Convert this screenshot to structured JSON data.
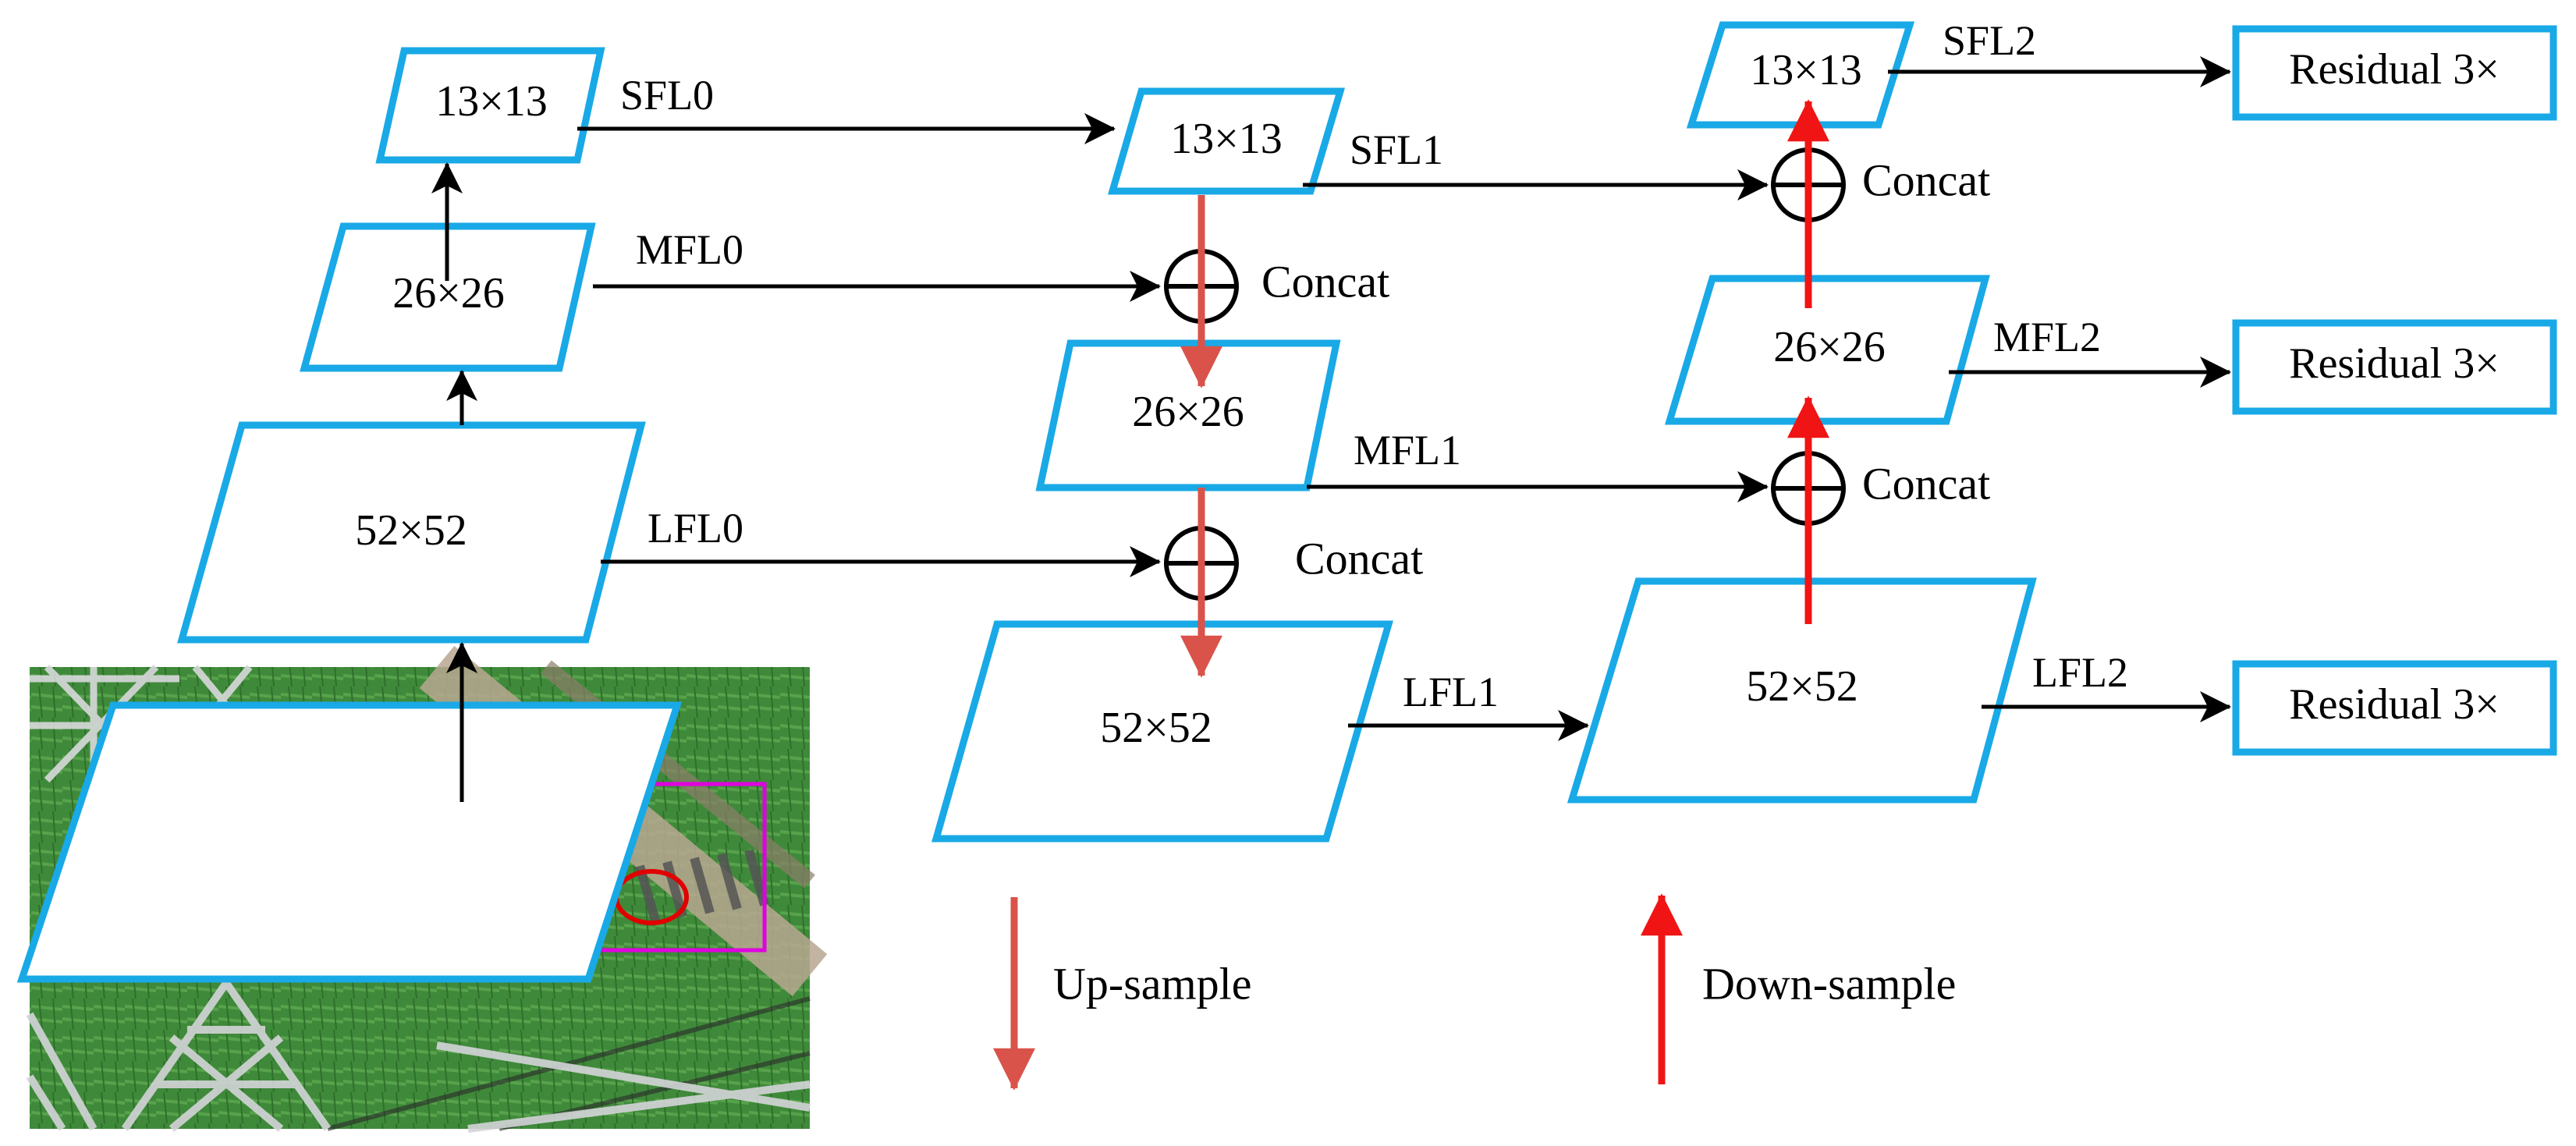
{
  "column0": {
    "box13": "13×13",
    "box26": "26×26",
    "box52": "52×52",
    "sfl": "SFL0",
    "mfl": "MFL0",
    "lfl": "LFL0"
  },
  "column1": {
    "box13": "13×13",
    "box26": "26×26",
    "box52": "52×52",
    "sfl": "SFL1",
    "mfl": "MFL1",
    "lfl": "LFL1",
    "concat_top": "Concat",
    "concat_bottom": "Concat"
  },
  "column2": {
    "box13": "13×13",
    "box26": "26×26",
    "box52": "52×52",
    "sfl": "SFL2",
    "mfl": "MFL2",
    "lfl": "LFL2",
    "concat_top": "Concat",
    "concat_bottom": "Concat"
  },
  "outputs": [
    "Residual 3×",
    "Residual 3×",
    "Residual 3×"
  ],
  "legend": {
    "upsample": "Up-sample",
    "downsample": "Down-sample"
  },
  "colors": {
    "box_border": "#19a9e6",
    "upsample_arrow": "#d9534a",
    "downsample_arrow": "#f01414",
    "detection_box": "#e000e0",
    "detection_circle": "#e00000"
  }
}
